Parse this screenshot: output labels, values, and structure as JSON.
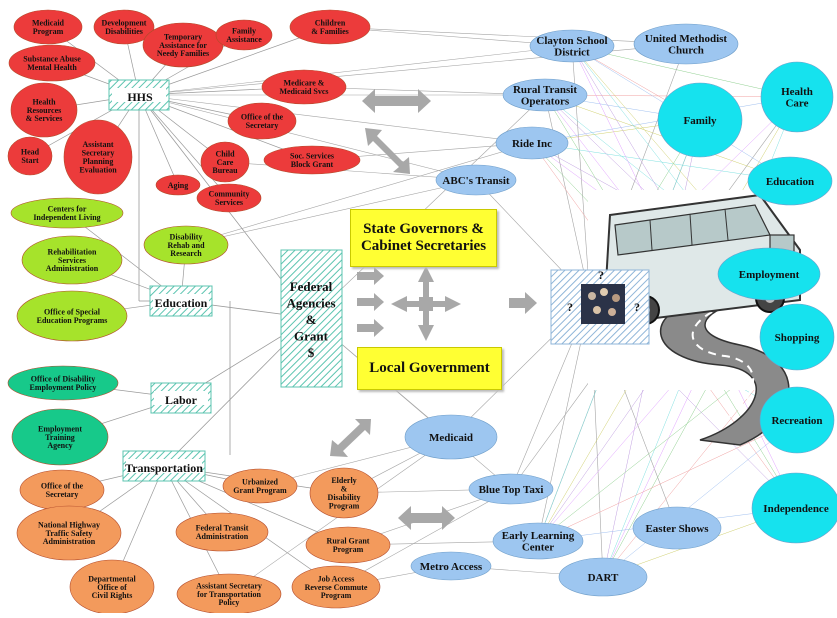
{
  "colors": {
    "red": "#ec3b3b",
    "green": "#a6e32b",
    "teal": "#17c98a",
    "orange": "#f39a5c",
    "blue": "#9dc6f0",
    "cyan": "#16e2ee",
    "yellow": "#ffff33",
    "hatch": "#5cc4b0"
  },
  "departments": {
    "hhs": "HHS",
    "education": "Education",
    "labor": "Labor",
    "transportation": "Transportation"
  },
  "hhs_agencies": [
    "Medicaid Program",
    "Development Disabilities",
    "Temporary Assistance for Needy Families",
    "Family Assistance",
    "Children & Families",
    "Substance Abuse Mental Health",
    "Health Resources & Services",
    "Head Start",
    "Assistant Secretary Planning Evaluation",
    "Aging",
    "Child Care Bureau",
    "Community Services",
    "Soc. Services Block Grant",
    "Office of the Secretary",
    "Medicare & Medicaid Svcs"
  ],
  "education_agencies": [
    "Centers for Independent Living",
    "Rehabilitation Services Administration",
    "Disability Rehab and Research",
    "Office of Special Education Programs"
  ],
  "labor_agencies": [
    "Office of Disability Employment Policy",
    "Employment Training Agency"
  ],
  "transportation_agencies": [
    "Office of the Secretary",
    "National Highway Traffic Safety Administration",
    "Departmental Office of Civil Rights",
    "Urbanized Grant Program",
    "Federal Transit Administration",
    "Assistant Secretary for Transportation Policy",
    "Elderly & Disability Program",
    "Rural Grant Program",
    "Job Access Reverse Commute Program"
  ],
  "providers": [
    "Clayton School District",
    "United Methodist Church",
    "Rural Transit Operators",
    "Ride Inc",
    "ABC's Transit",
    "Medicaid",
    "Blue Top Taxi",
    "Early Learning Center",
    "Easter Shows",
    "Metro Access",
    "DART"
  ],
  "destinations": [
    "Health Care",
    "Family",
    "Education",
    "Employment",
    "Shopping",
    "Recreation",
    "Independence"
  ],
  "center": {
    "federal_box": "Federal Agencies & Grant $",
    "state_box": "State Governors & Cabinet Secretaries",
    "local_box": "Local Government",
    "question_mark": "?"
  }
}
